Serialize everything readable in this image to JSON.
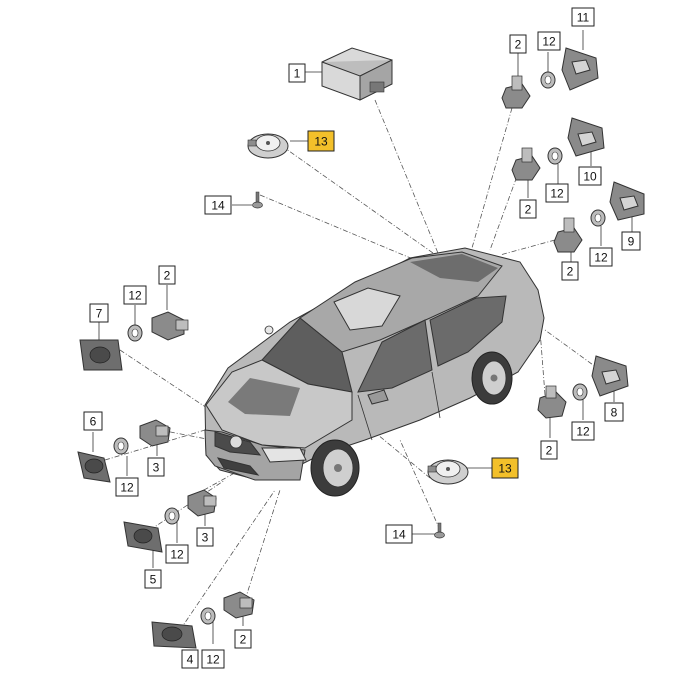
{
  "callouts": [
    {
      "id": "c1",
      "label": "1",
      "highlight": false
    },
    {
      "id": "c2a",
      "label": "2",
      "highlight": false
    },
    {
      "id": "c12a",
      "label": "12",
      "highlight": false
    },
    {
      "id": "c11",
      "label": "11",
      "highlight": false
    },
    {
      "id": "c13a",
      "label": "13",
      "highlight": true
    },
    {
      "id": "c2b",
      "label": "2",
      "highlight": false
    },
    {
      "id": "c12b",
      "label": "12",
      "highlight": false
    },
    {
      "id": "c10",
      "label": "10",
      "highlight": false
    },
    {
      "id": "c14a",
      "label": "14",
      "highlight": false
    },
    {
      "id": "c2c",
      "label": "2",
      "highlight": false
    },
    {
      "id": "c12c",
      "label": "12",
      "highlight": false
    },
    {
      "id": "c9",
      "label": "9",
      "highlight": false
    },
    {
      "id": "c2d",
      "label": "2",
      "highlight": false
    },
    {
      "id": "c12d",
      "label": "12",
      "highlight": false
    },
    {
      "id": "c7",
      "label": "7",
      "highlight": false
    },
    {
      "id": "c2e",
      "label": "2",
      "highlight": false
    },
    {
      "id": "c12e",
      "label": "12",
      "highlight": false
    },
    {
      "id": "c8",
      "label": "8",
      "highlight": false
    },
    {
      "id": "c6",
      "label": "6",
      "highlight": false
    },
    {
      "id": "c12f",
      "label": "12",
      "highlight": false
    },
    {
      "id": "c3a",
      "label": "3",
      "highlight": false
    },
    {
      "id": "c13b",
      "label": "13",
      "highlight": true
    },
    {
      "id": "c12g",
      "label": "12",
      "highlight": false
    },
    {
      "id": "c3b",
      "label": "3",
      "highlight": false
    },
    {
      "id": "c5",
      "label": "5",
      "highlight": false
    },
    {
      "id": "c14b",
      "label": "14",
      "highlight": false
    },
    {
      "id": "c12h",
      "label": "12",
      "highlight": false
    },
    {
      "id": "c2f",
      "label": "2",
      "highlight": false
    },
    {
      "id": "c4",
      "label": "4",
      "highlight": false
    }
  ],
  "colors": {
    "highlight": "#f3c02a",
    "car_body": "#b9b9b9",
    "car_dark": "#6d6d6d"
  },
  "icons": [
    "car-illustration",
    "control-unit-icon",
    "speaker-icon",
    "screw-icon",
    "sensor-icon",
    "seal-ring-icon",
    "bracket-icon"
  ]
}
